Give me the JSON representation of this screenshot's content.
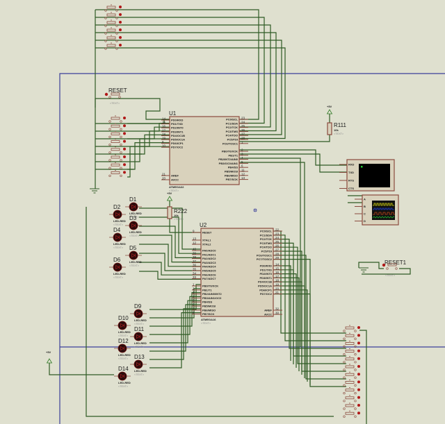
{
  "schematic": {
    "u1": {
      "ref": "U1",
      "part": "ATMEGA32",
      "text": "<TEXT>",
      "left_pins": [
        {
          "num": "14",
          "name": "PD0/RXD"
        },
        {
          "num": "15",
          "name": "PD1/TXD"
        },
        {
          "num": "16",
          "name": "PD2/INT0"
        },
        {
          "num": "17",
          "name": "PD3/INT1"
        },
        {
          "num": "18",
          "name": "PD4/OC1B"
        },
        {
          "num": "19",
          "name": "PD5/OC1A"
        },
        {
          "num": "8",
          "name": "PD6/ICP1"
        },
        {
          "num": "10",
          "name": "PD7/OC2"
        }
      ],
      "left_pins_bottom": [
        {
          "num": "21",
          "name": "AREF"
        },
        {
          "num": "20",
          "name": "AVCC"
        }
      ],
      "right_pins_top": [
        {
          "num": "23",
          "name": "PC0/SCL"
        },
        {
          "num": "24",
          "name": "PC1/SDA"
        },
        {
          "num": "25",
          "name": "PC2/TCK"
        },
        {
          "num": "26",
          "name": "PC3/TMS"
        },
        {
          "num": "27",
          "name": "PC4/TDO"
        },
        {
          "num": "28",
          "name": "PC5/TDI"
        },
        {
          "num": "1",
          "name": "PC6/TOSC1"
        }
      ],
      "right_pins_bottom": [
        {
          "num": "2",
          "name": "PB0/T0/XCK"
        },
        {
          "num": "3",
          "name": "PB1/T1"
        },
        {
          "num": "4",
          "name": "PB2/INT2/AIN0"
        },
        {
          "num": "5",
          "name": "PB3/OC0/AIN1"
        },
        {
          "num": "6",
          "name": "PB4/SS"
        },
        {
          "num": "11",
          "name": "PB5/MOSI"
        },
        {
          "num": "12",
          "name": "PB6/MISO"
        },
        {
          "num": "13",
          "name": "PB7/SCK"
        }
      ]
    },
    "u2": {
      "ref": "U2",
      "part": "ATMEGA16",
      "text": "<TEXT>",
      "left_top": [
        {
          "num": "9",
          "name": "RESET"
        },
        {
          "num": "13",
          "name": "XTAL1"
        },
        {
          "num": "12",
          "name": "XTAL2"
        }
      ],
      "left_pa": [
        {
          "num": "40",
          "name": "PA0/ADC0"
        },
        {
          "num": "39",
          "name": "PA1/ADC1"
        },
        {
          "num": "38",
          "name": "PA2/ADC2"
        },
        {
          "num": "37",
          "name": "PA3/ADC3"
        },
        {
          "num": "36",
          "name": "PA4/ADC4"
        },
        {
          "num": "35",
          "name": "PA5/ADC5"
        },
        {
          "num": "34",
          "name": "PA6/ADC6"
        },
        {
          "num": "33",
          "name": "PA7/ADC7"
        }
      ],
      "left_pb": [
        {
          "num": "1",
          "name": "PB0/T0/XCK"
        },
        {
          "num": "2",
          "name": "PB1/T1"
        },
        {
          "num": "3",
          "name": "PB2/AIN0/INT2"
        },
        {
          "num": "4",
          "name": "PB3/AIN1/OC0"
        },
        {
          "num": "5",
          "name": "PB4/SS"
        },
        {
          "num": "6",
          "name": "PB5/MOSI"
        },
        {
          "num": "7",
          "name": "PB6/MISO"
        },
        {
          "num": "8",
          "name": "PB7/SCK"
        }
      ],
      "right_pc": [
        {
          "num": "22",
          "name": "PC0/SCL"
        },
        {
          "num": "23",
          "name": "PC1/SDA"
        },
        {
          "num": "24",
          "name": "PC2/TCK"
        },
        {
          "num": "25",
          "name": "PC3/TMS"
        },
        {
          "num": "26",
          "name": "PC4/TDO"
        },
        {
          "num": "27",
          "name": "PC5/TDI"
        },
        {
          "num": "28",
          "name": "PC6/TOSC1"
        },
        {
          "num": "29",
          "name": "PC7/TOSC2"
        }
      ],
      "right_pd": [
        {
          "num": "14",
          "name": "PD0/RXD"
        },
        {
          "num": "15",
          "name": "PD1/TXD"
        },
        {
          "num": "16",
          "name": "PD2/INT0"
        },
        {
          "num": "17",
          "name": "PD3/INT1"
        },
        {
          "num": "18",
          "name": "PD4/OC1B"
        },
        {
          "num": "19",
          "name": "PD5/OC1A"
        },
        {
          "num": "20",
          "name": "PD6/ICP1"
        },
        {
          "num": "21",
          "name": "PD7/OC2"
        }
      ],
      "right_bottom": [
        {
          "num": "32",
          "name": "AREF"
        },
        {
          "num": "30",
          "name": "AVCC"
        }
      ]
    },
    "resistors": [
      {
        "ref": "R111",
        "value": "10k",
        "text": "<TEXT>"
      },
      {
        "ref": "R222",
        "value": "10k",
        "text": "<TEXT>"
      }
    ],
    "power": {
      "label": "+5V"
    },
    "reset_buttons": [
      {
        "ref": "RESET",
        "text": "<TEXT>"
      },
      {
        "ref": "RESET1",
        "text": "<TEXT>"
      }
    ],
    "leds": [
      {
        "ref": "D1",
        "part": "LED-RED",
        "text": "<TEXT>"
      },
      {
        "ref": "D2",
        "part": "LED-RED",
        "text": "<TEXT>"
      },
      {
        "ref": "D3",
        "part": "LED-RED",
        "text": "<TEXT>"
      },
      {
        "ref": "D4",
        "part": "LED-RED",
        "text": "<TEXT>"
      },
      {
        "ref": "D5",
        "part": "LED-RED",
        "text": "<TEXT>"
      },
      {
        "ref": "D6",
        "part": "LED-RED",
        "text": "<TEXT>"
      },
      {
        "ref": "D9",
        "part": "LED-RED",
        "text": "<TEXT>"
      },
      {
        "ref": "D10",
        "part": "LED-RED",
        "text": "<TEXT>"
      },
      {
        "ref": "D11",
        "part": "LED-RED",
        "text": "<TEXT>"
      },
      {
        "ref": "D12",
        "part": "LED-RED",
        "text": "<TEXT>"
      },
      {
        "ref": "D13",
        "part": "LED-RED",
        "text": "<TEXT>"
      },
      {
        "ref": "D14",
        "part": "LED-RED",
        "text": "<TEXT>"
      }
    ],
    "virtual_terminal": {
      "pins": [
        "RXD",
        "TXD",
        "RTS",
        "CTS"
      ]
    },
    "oscilloscope": {
      "channels": [
        "A",
        "B",
        "C",
        "D"
      ]
    },
    "colors": {
      "background": "#dfe0cf",
      "wire": "#2f5a24",
      "sheet_border": "#3b3f9a",
      "component_body": "#d9d2bc",
      "component_outline": "#8a4a3e",
      "led_red": "#b01818"
    }
  }
}
